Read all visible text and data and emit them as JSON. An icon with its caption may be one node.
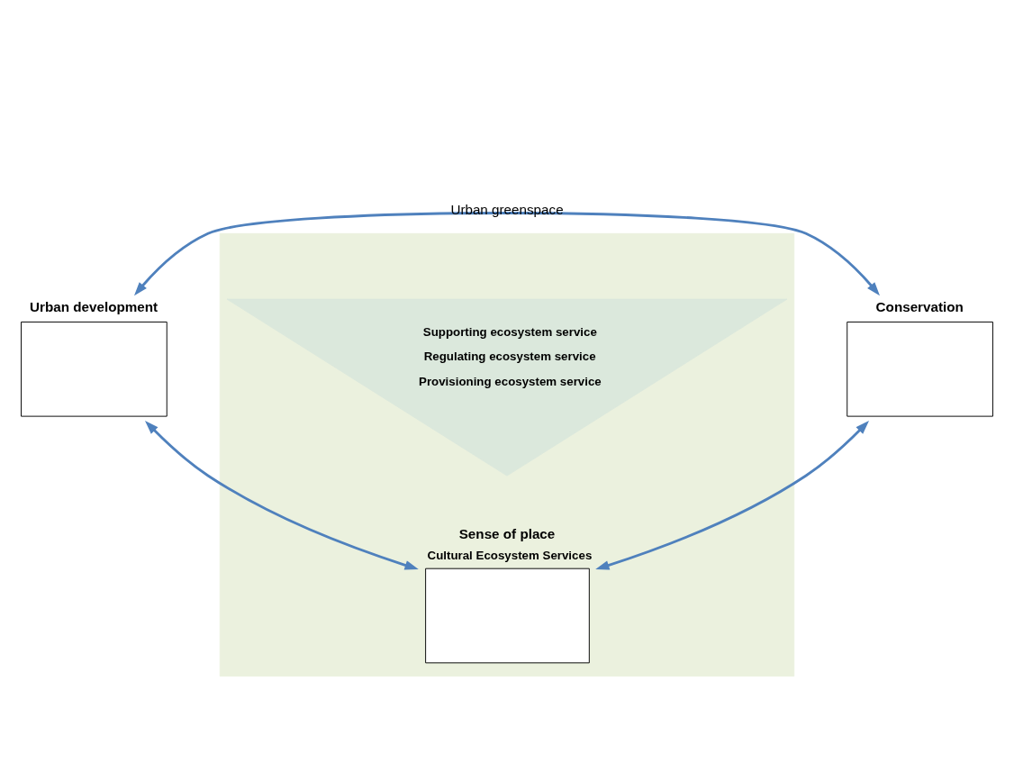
{
  "diagram": {
    "nodes": [
      {
        "text": [
          "Urban development"
        ]
      },
      {
        "text": [],
        "shape": "box"
      },
      {
        "text": [
          "Supporting ecosystem service",
          "Regulating ecosystem service",
          "Provisioning ecosystem service"
        ],
        "in": 1
      },
      {
        "text": [
          "Sense of place",
          "Cultural Ecosystem Services"
        ],
        "in": 1
      },
      {
        "text": [
          "Conservation"
        ]
      }
    ],
    "edges": [
      {
        "from": 0,
        "to": 4,
        "arrow": "both",
        "label": "Urban greenspace"
      },
      {
        "from": 0,
        "to": 3,
        "arrow": "both"
      },
      {
        "from": 4,
        "to": 3,
        "arrow": "both"
      }
    ]
  }
}
